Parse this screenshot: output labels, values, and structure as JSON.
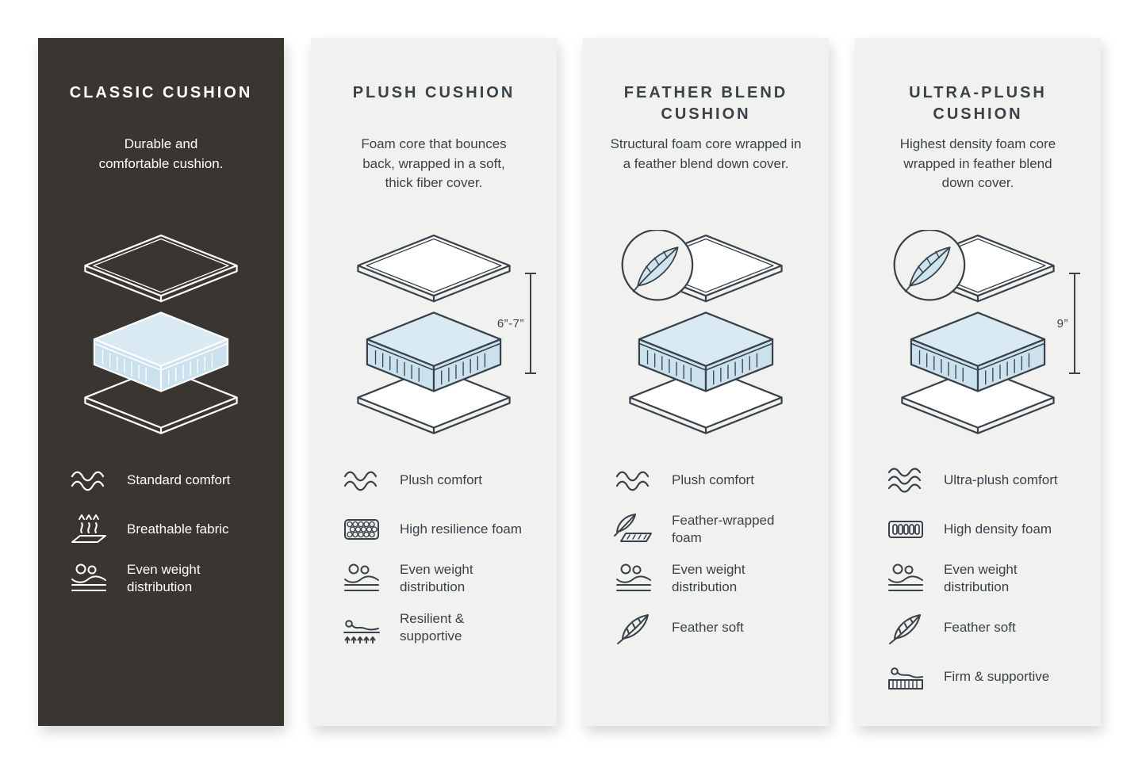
{
  "colors": {
    "dark_panel": "#393530",
    "light_panel": "#f1f1ef",
    "text_dark": "#39424a",
    "text_light": "#ffffff",
    "foam_top": "#d9eaf3",
    "foam_side": "#cbe1ee",
    "feather_fill": "#cfe4ee"
  },
  "panels": [
    {
      "id": "classic",
      "title": "CLASSIC CUSHION",
      "description": "Durable and comfortable cushion.",
      "theme": "dark",
      "diagram": {
        "feather_badge": false,
        "measurement": null
      },
      "features": [
        {
          "icon": "wave",
          "label": "Standard comfort"
        },
        {
          "icon": "breathable",
          "label": "Breathable fabric"
        },
        {
          "icon": "even-weight",
          "label": "Even weight distribution"
        }
      ]
    },
    {
      "id": "plush",
      "title": "PLUSH CUSHION",
      "description": "Foam core that bounces back, wrapped in a soft, thick fiber cover.",
      "theme": "light",
      "diagram": {
        "feather_badge": false,
        "measurement": "6”-7”"
      },
      "features": [
        {
          "icon": "wave",
          "label": "Plush comfort"
        },
        {
          "icon": "resilience-foam",
          "label": "High resilience foam"
        },
        {
          "icon": "even-weight",
          "label": "Even weight distribution"
        },
        {
          "icon": "resilient-supportive",
          "label": "Resilient & supportive"
        }
      ]
    },
    {
      "id": "feather-blend",
      "title": "FEATHER BLEND CUSHION",
      "description": "Structural foam core wrapped in a feather blend down cover.",
      "theme": "light",
      "diagram": {
        "feather_badge": true,
        "measurement": null
      },
      "features": [
        {
          "icon": "wave",
          "label": "Plush comfort"
        },
        {
          "icon": "feather-foam",
          "label": "Feather-wrapped foam"
        },
        {
          "icon": "even-weight",
          "label": "Even weight distribution"
        },
        {
          "icon": "feather",
          "label": "Feather soft"
        }
      ]
    },
    {
      "id": "ultra-plush",
      "title": "ULTRA-PLUSH CUSHION",
      "description": "Highest density foam core wrapped in feather blend down cover.",
      "theme": "light",
      "diagram": {
        "feather_badge": true,
        "measurement": "9”"
      },
      "features": [
        {
          "icon": "wave-3",
          "label": "Ultra-plush comfort"
        },
        {
          "icon": "density-foam",
          "label": "High density foam"
        },
        {
          "icon": "even-weight",
          "label": "Even weight distribution"
        },
        {
          "icon": "feather",
          "label": "Feather soft"
        },
        {
          "icon": "firm-supportive",
          "label": "Firm & supportive"
        }
      ]
    }
  ]
}
